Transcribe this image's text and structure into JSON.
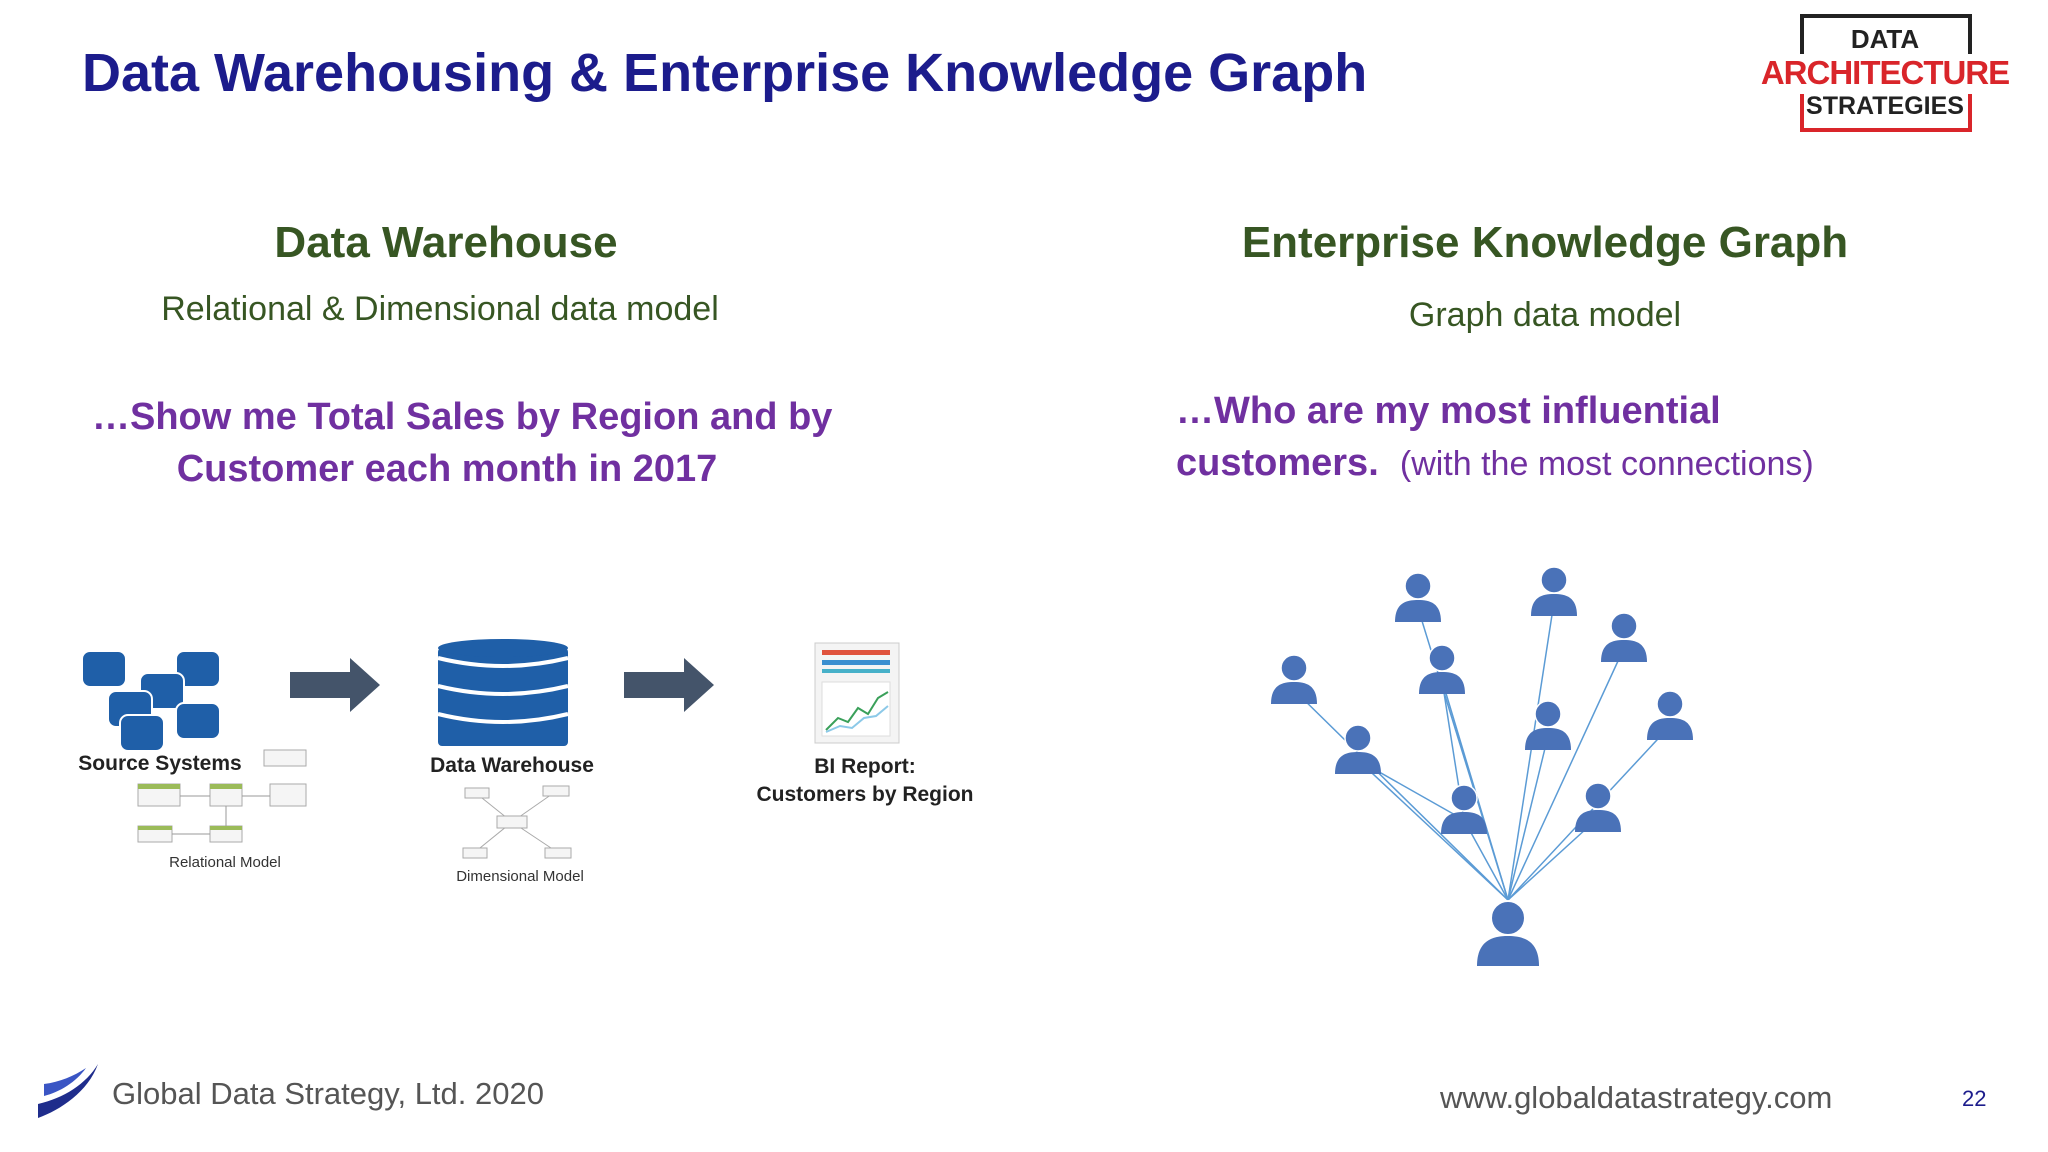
{
  "header": {
    "title": "Data Warehousing & Enterprise Knowledge Graph",
    "logo": {
      "line1": "DATA",
      "line2": "ARCHITECTURE",
      "line3": "STRATEGIES",
      "accent_color": "#d9252a",
      "dark_color": "#222222"
    }
  },
  "left": {
    "title": "Data Warehouse",
    "subtitle": "Relational & Dimensional data model",
    "question_line1": "…Show me Total Sales by Region and by",
    "question_line2": "Customer each month in 2017",
    "diagram": {
      "source_label": "Source Systems",
      "relational_label": "Relational Model",
      "warehouse_label": "Data Warehouse",
      "dimensional_label": "Dimensional Model",
      "report_label_line1": "BI Report:",
      "report_label_line2": "Customers by Region",
      "db_icon_color": "#1f5fa8",
      "arrow_color": "#44546a"
    }
  },
  "right": {
    "title": "Enterprise Knowledge Graph",
    "subtitle": "Graph data model",
    "question_line1": "…Who are my most influential",
    "question_line2_bold": "customers.",
    "question_line2_plain": "(with the most connections)",
    "graph": {
      "node_icon": "person-icon",
      "node_color": "#4a72b8",
      "edge_color": "#5b9bd5"
    }
  },
  "footer": {
    "company": "Global Data Strategy, Ltd. 2020",
    "url": "www.globaldatastrategy.com",
    "page_number": "22",
    "logo_icon": "gds-swoosh-icon"
  },
  "colors": {
    "title": "#1c1c8c",
    "green": "#375623",
    "purple": "#7030a0"
  }
}
